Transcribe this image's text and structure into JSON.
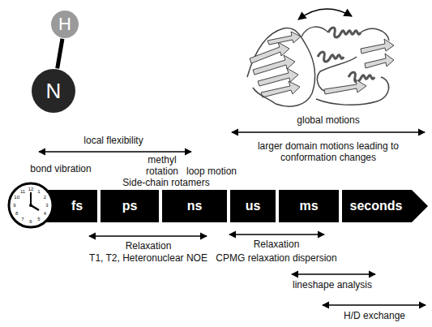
{
  "diagram": {
    "nodes": [
      {
        "text": [
          "H"
        ]
      },
      {
        "text": [
          "N"
        ]
      },
      {
        "text": [
          "fs"
        ]
      },
      {
        "text": [
          "ps"
        ]
      },
      {
        "text": [
          "ns"
        ]
      },
      {
        "text": [
          "us"
        ]
      },
      {
        "text": [
          "ms"
        ]
      },
      {
        "text": [
          "seconds"
        ]
      }
    ],
    "edges": [
      {
        "from": 0,
        "to": 1,
        "arrow": "none"
      }
    ],
    "labels": [
      "local flexibility",
      "bond vibration",
      "methyl rotation",
      "loop motion",
      "Side-chain rotamers",
      "global motions",
      "larger domain motions leading to conformation changes",
      "Relaxation",
      "T1, T2, Heteronuclear NOE",
      "Relaxation",
      "CPMG relaxation dispersion",
      "lineshape analysis",
      "H/D exchange",
      "12",
      "1",
      "2",
      "3",
      "4",
      "5",
      "6",
      "7",
      "8",
      "9",
      "10",
      "11"
    ]
  }
}
